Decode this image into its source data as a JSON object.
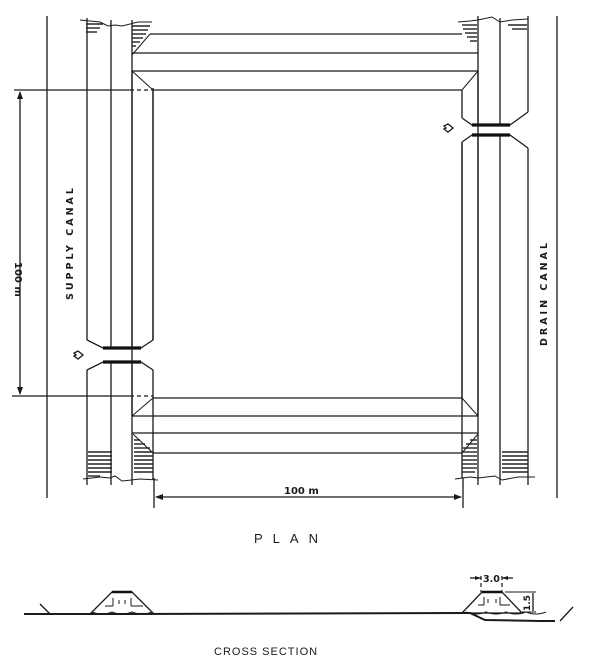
{
  "drawing": {
    "title": "PLAN",
    "cross_section_title": "CROSS SECTION",
    "left_canal_label": "SUPPLY CANAL",
    "right_canal_label": "DRAIN CANAL",
    "horizontal_dimension": "100 m",
    "vertical_dimension": "100 m",
    "crest_width": "3.0",
    "dike_height": "1.5",
    "colors": {
      "ink": "#1a1a1a",
      "paper": "#ffffff"
    }
  }
}
